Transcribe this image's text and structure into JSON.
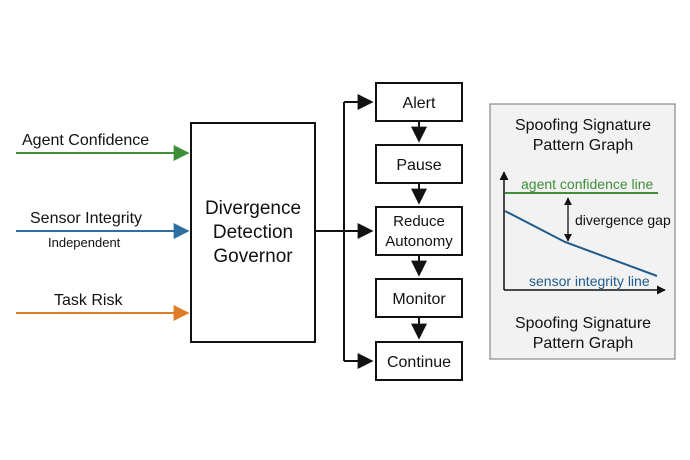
{
  "inputs": [
    {
      "label": "Agent Confidence",
      "sublabel": "",
      "color": "#3f8f3a"
    },
    {
      "label": "Sensor Integrity",
      "sublabel": "Independent",
      "color": "#2f6ea3"
    },
    {
      "label": "Task Risk",
      "sublabel": "",
      "color": "#e07b26"
    }
  ],
  "governor": {
    "line1": "Divergence",
    "line2": "Detection",
    "line3": "Governor"
  },
  "actions": [
    {
      "line1": "Alert",
      "line2": ""
    },
    {
      "line1": "Pause",
      "line2": ""
    },
    {
      "line1": "Reduce",
      "line2": "Autonomy"
    },
    {
      "line1": "Monitor",
      "line2": ""
    },
    {
      "line1": "Continue",
      "line2": ""
    }
  ],
  "graph_panel": {
    "title_line1": "Spoofing Signature",
    "title_line2": "Pattern Graph",
    "caption_line1": "Spoofing Signature",
    "caption_line2": "Pattern Graph",
    "confidence_line_label": "agent confidence line",
    "integrity_line_label": "sensor integrity line",
    "gap_label": "divergence gap",
    "confidence_color": "#3f8f3a",
    "integrity_color": "#1f5a8a",
    "panel_fill": "#f2f2f2"
  }
}
